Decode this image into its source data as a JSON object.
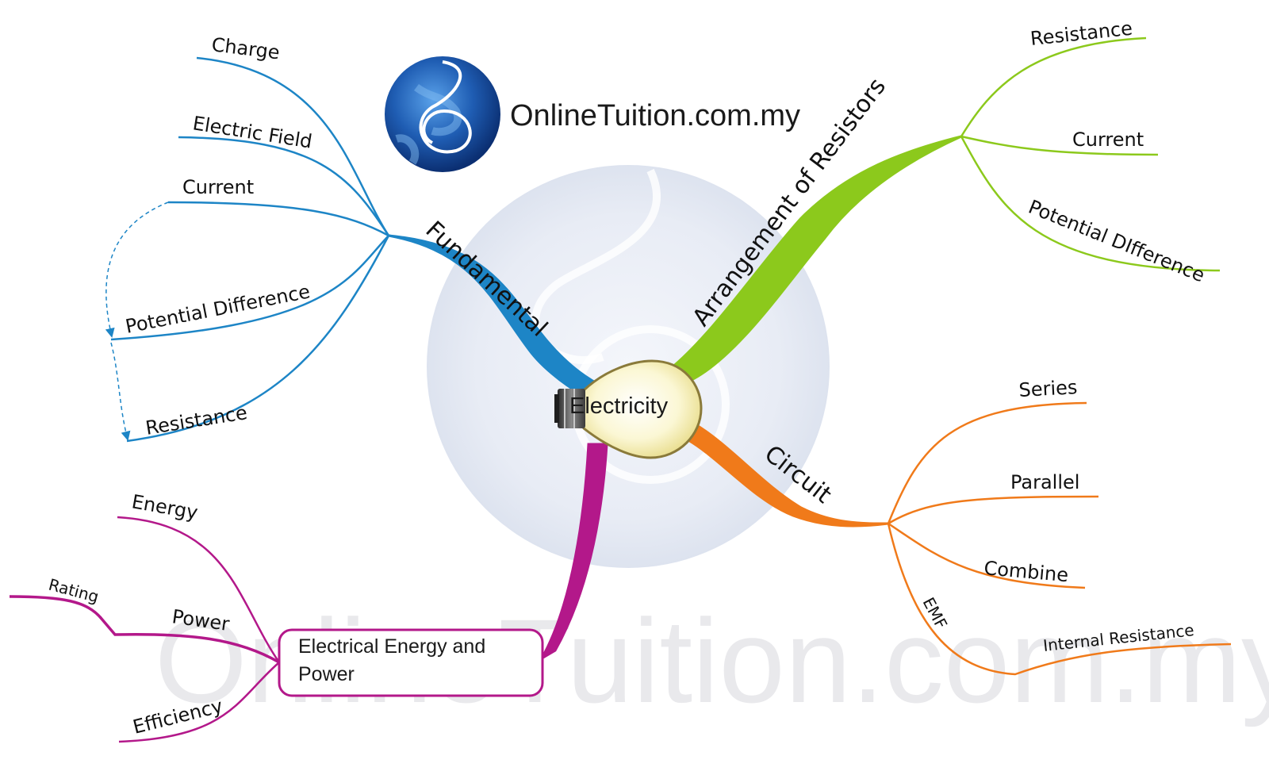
{
  "brand": {
    "name": "OnlineTuition.com.my",
    "watermark": "OnlineTuition.com.my"
  },
  "central": {
    "label": "Electricity"
  },
  "colors": {
    "fundamental": "#1d85c6",
    "arrangement": "#8cc91c",
    "circuit": "#f07a1a",
    "energy": "#b3188a"
  },
  "branches": {
    "fundamental": {
      "label": "Fundamental",
      "items": [
        "Charge",
        "Electric Field",
        "Current",
        "Potential Difference",
        "Resistance"
      ]
    },
    "arrangement": {
      "label": "Arrangement of Resistors",
      "items": [
        "Resistance",
        "Current",
        "Potential DIfference"
      ]
    },
    "circuit": {
      "label": "Circuit",
      "items": [
        "Series",
        "Parallel",
        "Combine",
        "EMF"
      ],
      "emf_child": "Internal Resistance"
    },
    "energy": {
      "label_line1": "Electrical Energy and",
      "label_line2": "Power",
      "items": [
        "Energy",
        "Power",
        "Efficiency"
      ],
      "power_child": "Rating"
    }
  }
}
